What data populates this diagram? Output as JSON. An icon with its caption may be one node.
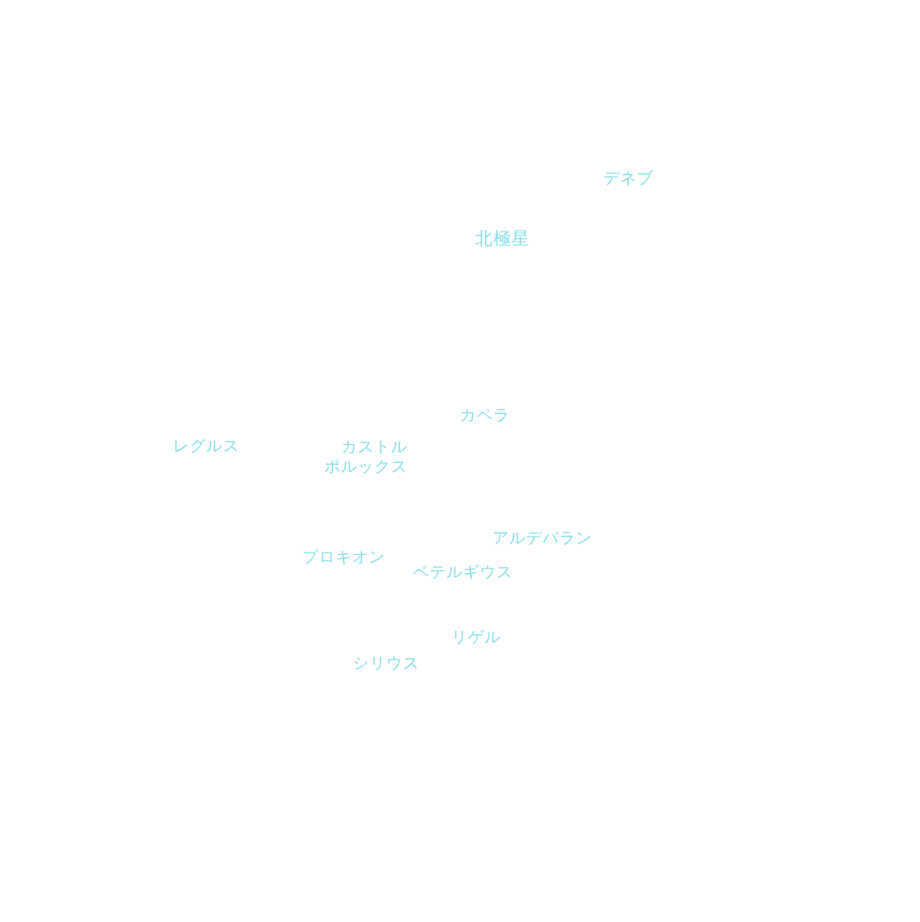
{
  "diagram": {
    "labels": [
      "デネブ",
      "北極星",
      "カペラ",
      "レグルス",
      "カストル",
      "ポルックス",
      "アルデバラン",
      "プロキオン",
      "ベテルギウス",
      "リゲル",
      "シリウス"
    ]
  }
}
